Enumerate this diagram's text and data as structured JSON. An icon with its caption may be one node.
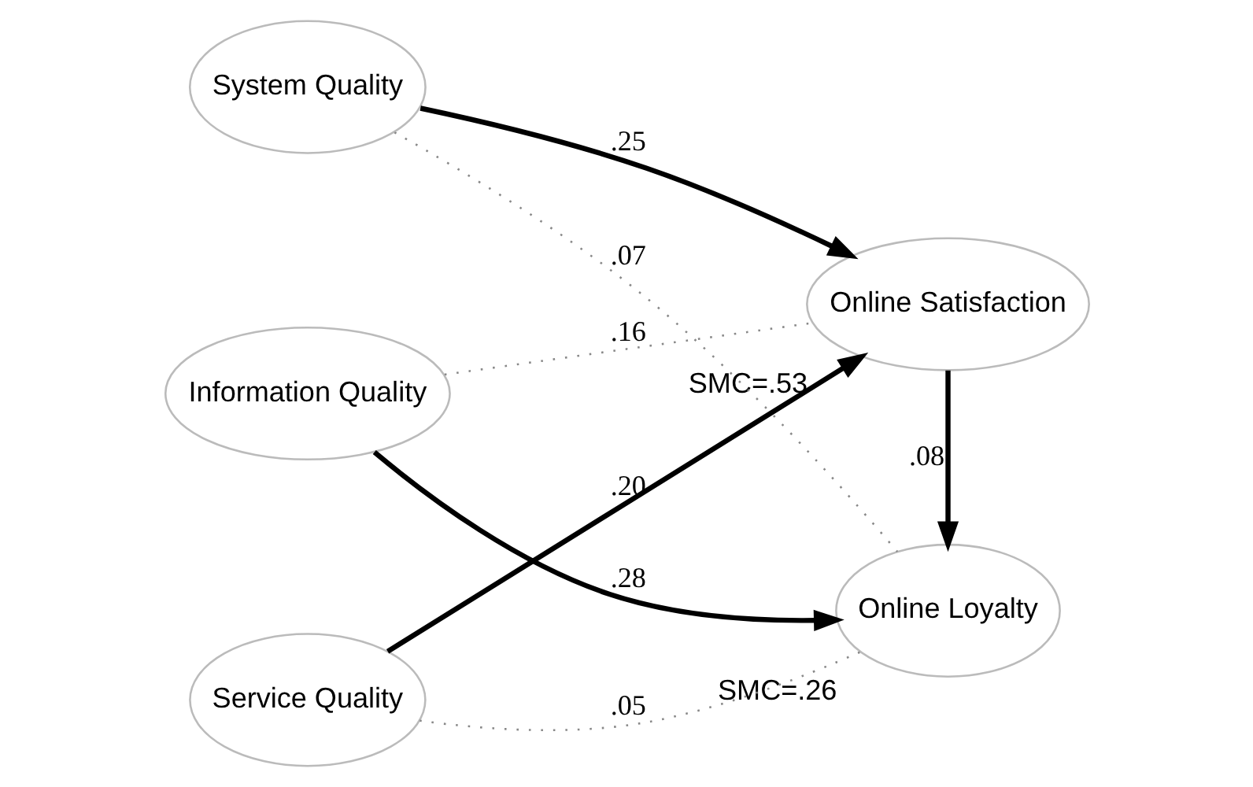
{
  "diagram": {
    "nodes": [
      {
        "text": [
          "System Quality"
        ]
      },
      {
        "text": [
          "Information Quality"
        ]
      },
      {
        "text": [
          "Service Quality"
        ]
      },
      {
        "text": [
          "Online Satisfaction"
        ],
        "beside": [
          "SMC=.53"
        ]
      },
      {
        "text": [
          "Online Loyalty"
        ],
        "beside": [
          "SMC=.26"
        ]
      }
    ],
    "edges": [
      {
        "from": 0,
        "to": 3,
        "arrow": "to",
        "label": ".25"
      },
      {
        "from": 0,
        "to": 4,
        "arrow": "none",
        "label": ".07",
        "style": "dashed",
        "color": "#888888"
      },
      {
        "from": 1,
        "to": 3,
        "arrow": "none",
        "label": ".16",
        "style": "dashed",
        "color": "#888888"
      },
      {
        "from": 1,
        "to": 4,
        "arrow": "to",
        "label": ".28"
      },
      {
        "from": 2,
        "to": 3,
        "arrow": "to",
        "label": ".20"
      },
      {
        "from": 2,
        "to": 4,
        "arrow": "none",
        "label": ".05",
        "style": "dashed",
        "color": "#888888"
      },
      {
        "from": 3,
        "to": 4,
        "arrow": "to",
        "label": ".08"
      }
    ]
  }
}
